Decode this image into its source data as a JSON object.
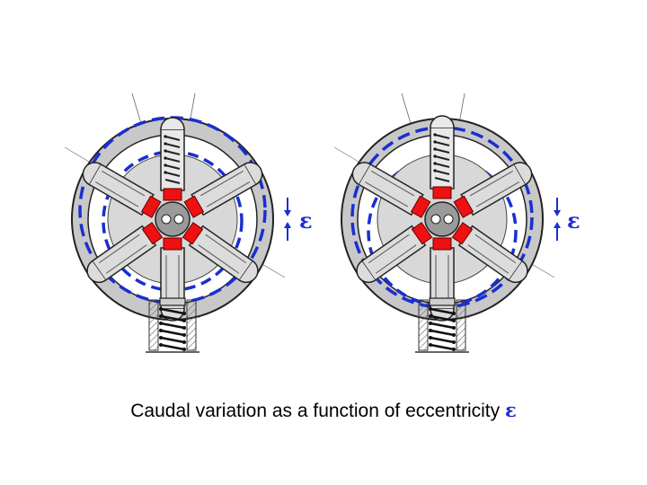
{
  "caption": {
    "text": "Caudal variation as a function of eccentricity",
    "symbol": "ε"
  },
  "pumps": [
    {
      "label": "ε"
    },
    {
      "label": "ε"
    }
  ],
  "colors": {
    "dashed_ring": "#1a2fd0",
    "piston_head": "#ee1111",
    "casing": "#c8c8c8",
    "rotor": "#d8d8d8"
  }
}
